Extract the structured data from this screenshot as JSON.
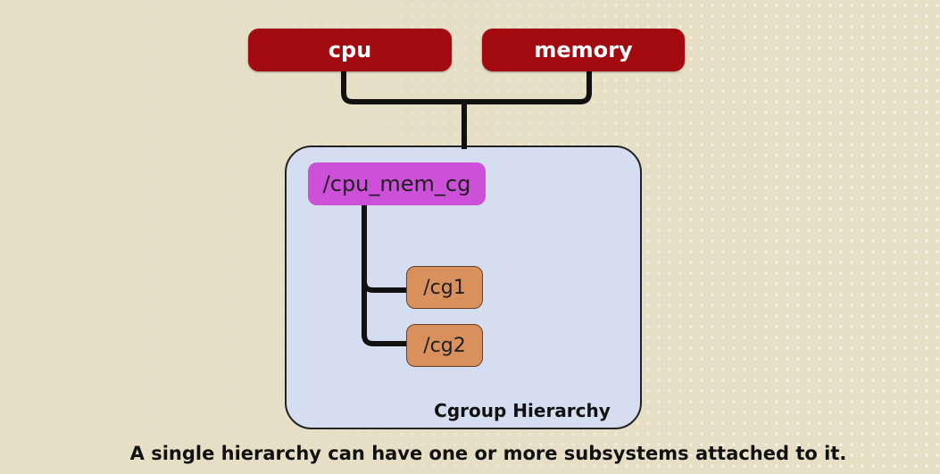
{
  "subsystems": {
    "cpu": "cpu",
    "memory": "memory"
  },
  "hierarchy": {
    "label": "Cgroup Hierarchy",
    "root": "/cpu_mem_cg",
    "children": [
      "/cg1",
      "/cg2"
    ]
  },
  "caption": "A single hierarchy can have one or more subsystems attached to it.",
  "colors": {
    "subsystem_fill": "#a30a10",
    "root_cgroup_fill": "#cc50d8",
    "child_cgroup_fill": "#d8905c",
    "hierarchy_fill": "#d4def0"
  }
}
